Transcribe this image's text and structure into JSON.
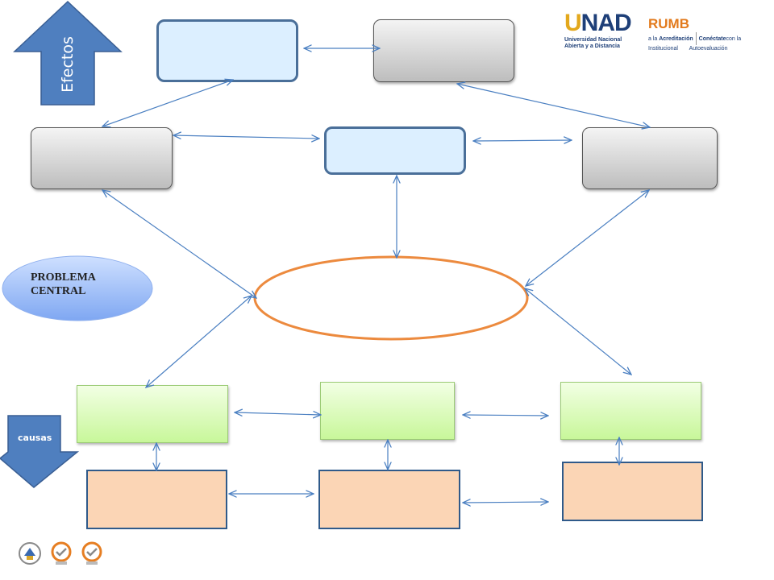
{
  "effects_arrow": {
    "label": "Efectos",
    "color": "#4f7fbf"
  },
  "causes_arrow": {
    "label": "causas",
    "color": "#4f7fbf"
  },
  "legend": {
    "label": "PROBLEMA\nCENTRAL"
  },
  "logos": {
    "unad": {
      "mark_u": "U",
      "mark_rest": "NAD",
      "line1": "Universidad Nacional",
      "line2": "Abierta y a Distancia"
    },
    "rumbo": {
      "mark": "RUMB",
      "line1a": "a la ",
      "line1b": "Acreditación",
      "line1c": "Conéctate",
      "line1d": "con la",
      "line2a": "Institucional",
      "line2b": "Autoevaluación"
    }
  },
  "footer_icons": [
    "colombia-emblem-icon",
    "sgs-certification-icon",
    "sgs-certification-icon"
  ]
}
